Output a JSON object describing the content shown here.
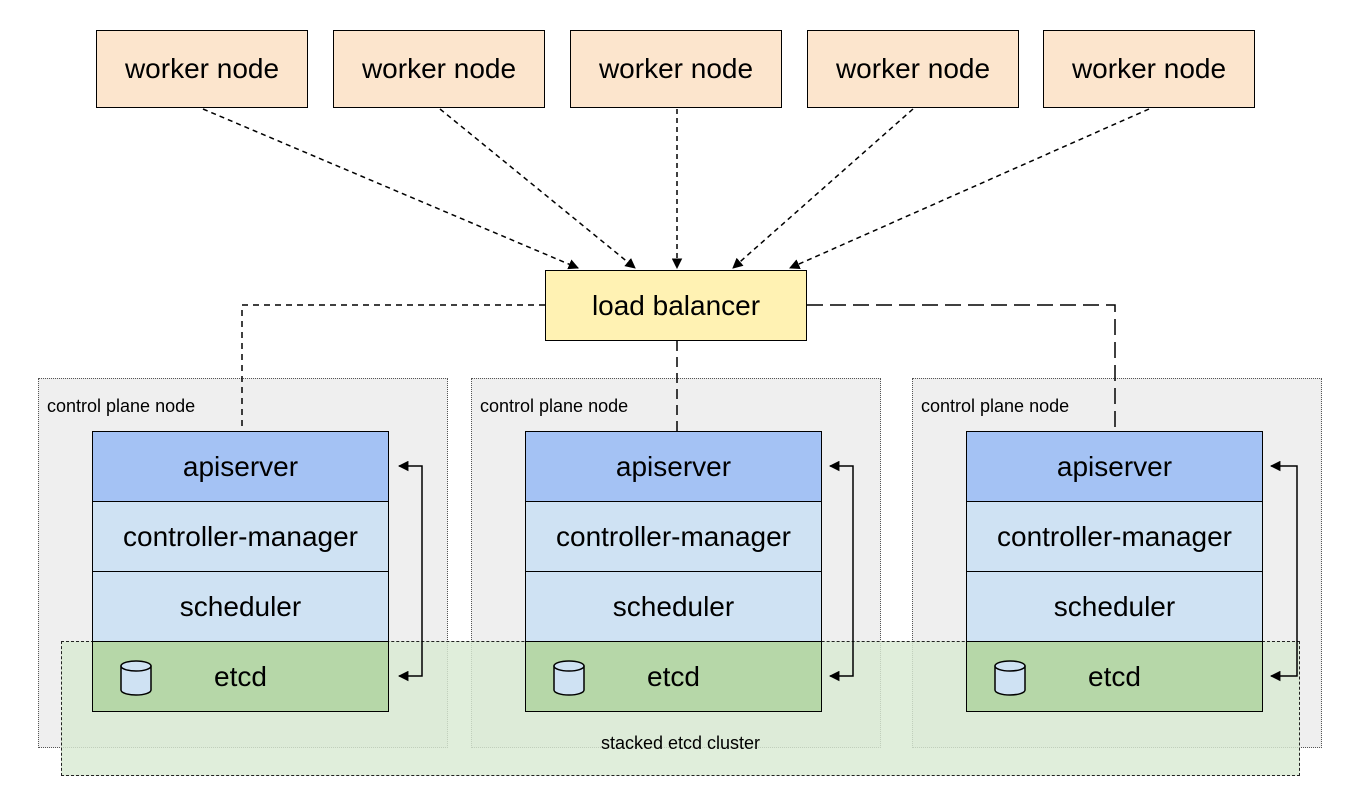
{
  "workers": [
    {
      "label": "worker node"
    },
    {
      "label": "worker node"
    },
    {
      "label": "worker node"
    },
    {
      "label": "worker node"
    },
    {
      "label": "worker node"
    }
  ],
  "load_balancer": {
    "label": "load balancer"
  },
  "control_planes": [
    {
      "label": "control plane node",
      "components": {
        "apiserver": "apiserver",
        "controller_manager": "controller-manager",
        "scheduler": "scheduler",
        "etcd": "etcd"
      }
    },
    {
      "label": "control plane node",
      "components": {
        "apiserver": "apiserver",
        "controller_manager": "controller-manager",
        "scheduler": "scheduler",
        "etcd": "etcd"
      }
    },
    {
      "label": "control plane node",
      "components": {
        "apiserver": "apiserver",
        "controller_manager": "controller-manager",
        "scheduler": "scheduler",
        "etcd": "etcd"
      }
    }
  ],
  "etcd_cluster": {
    "label": "stacked etcd cluster"
  },
  "colors": {
    "worker": "#fce5cd",
    "load_balancer": "#fff2b3",
    "apiserver": "#a4c2f4",
    "controller_manager": "#cfe2f3",
    "scheduler": "#cfe2f3",
    "etcd": "#b6d7a8",
    "etcd_cluster": "#d9ead3",
    "control_plane_bg": "#efefef"
  },
  "icons": {
    "etcd": "database-icon"
  }
}
